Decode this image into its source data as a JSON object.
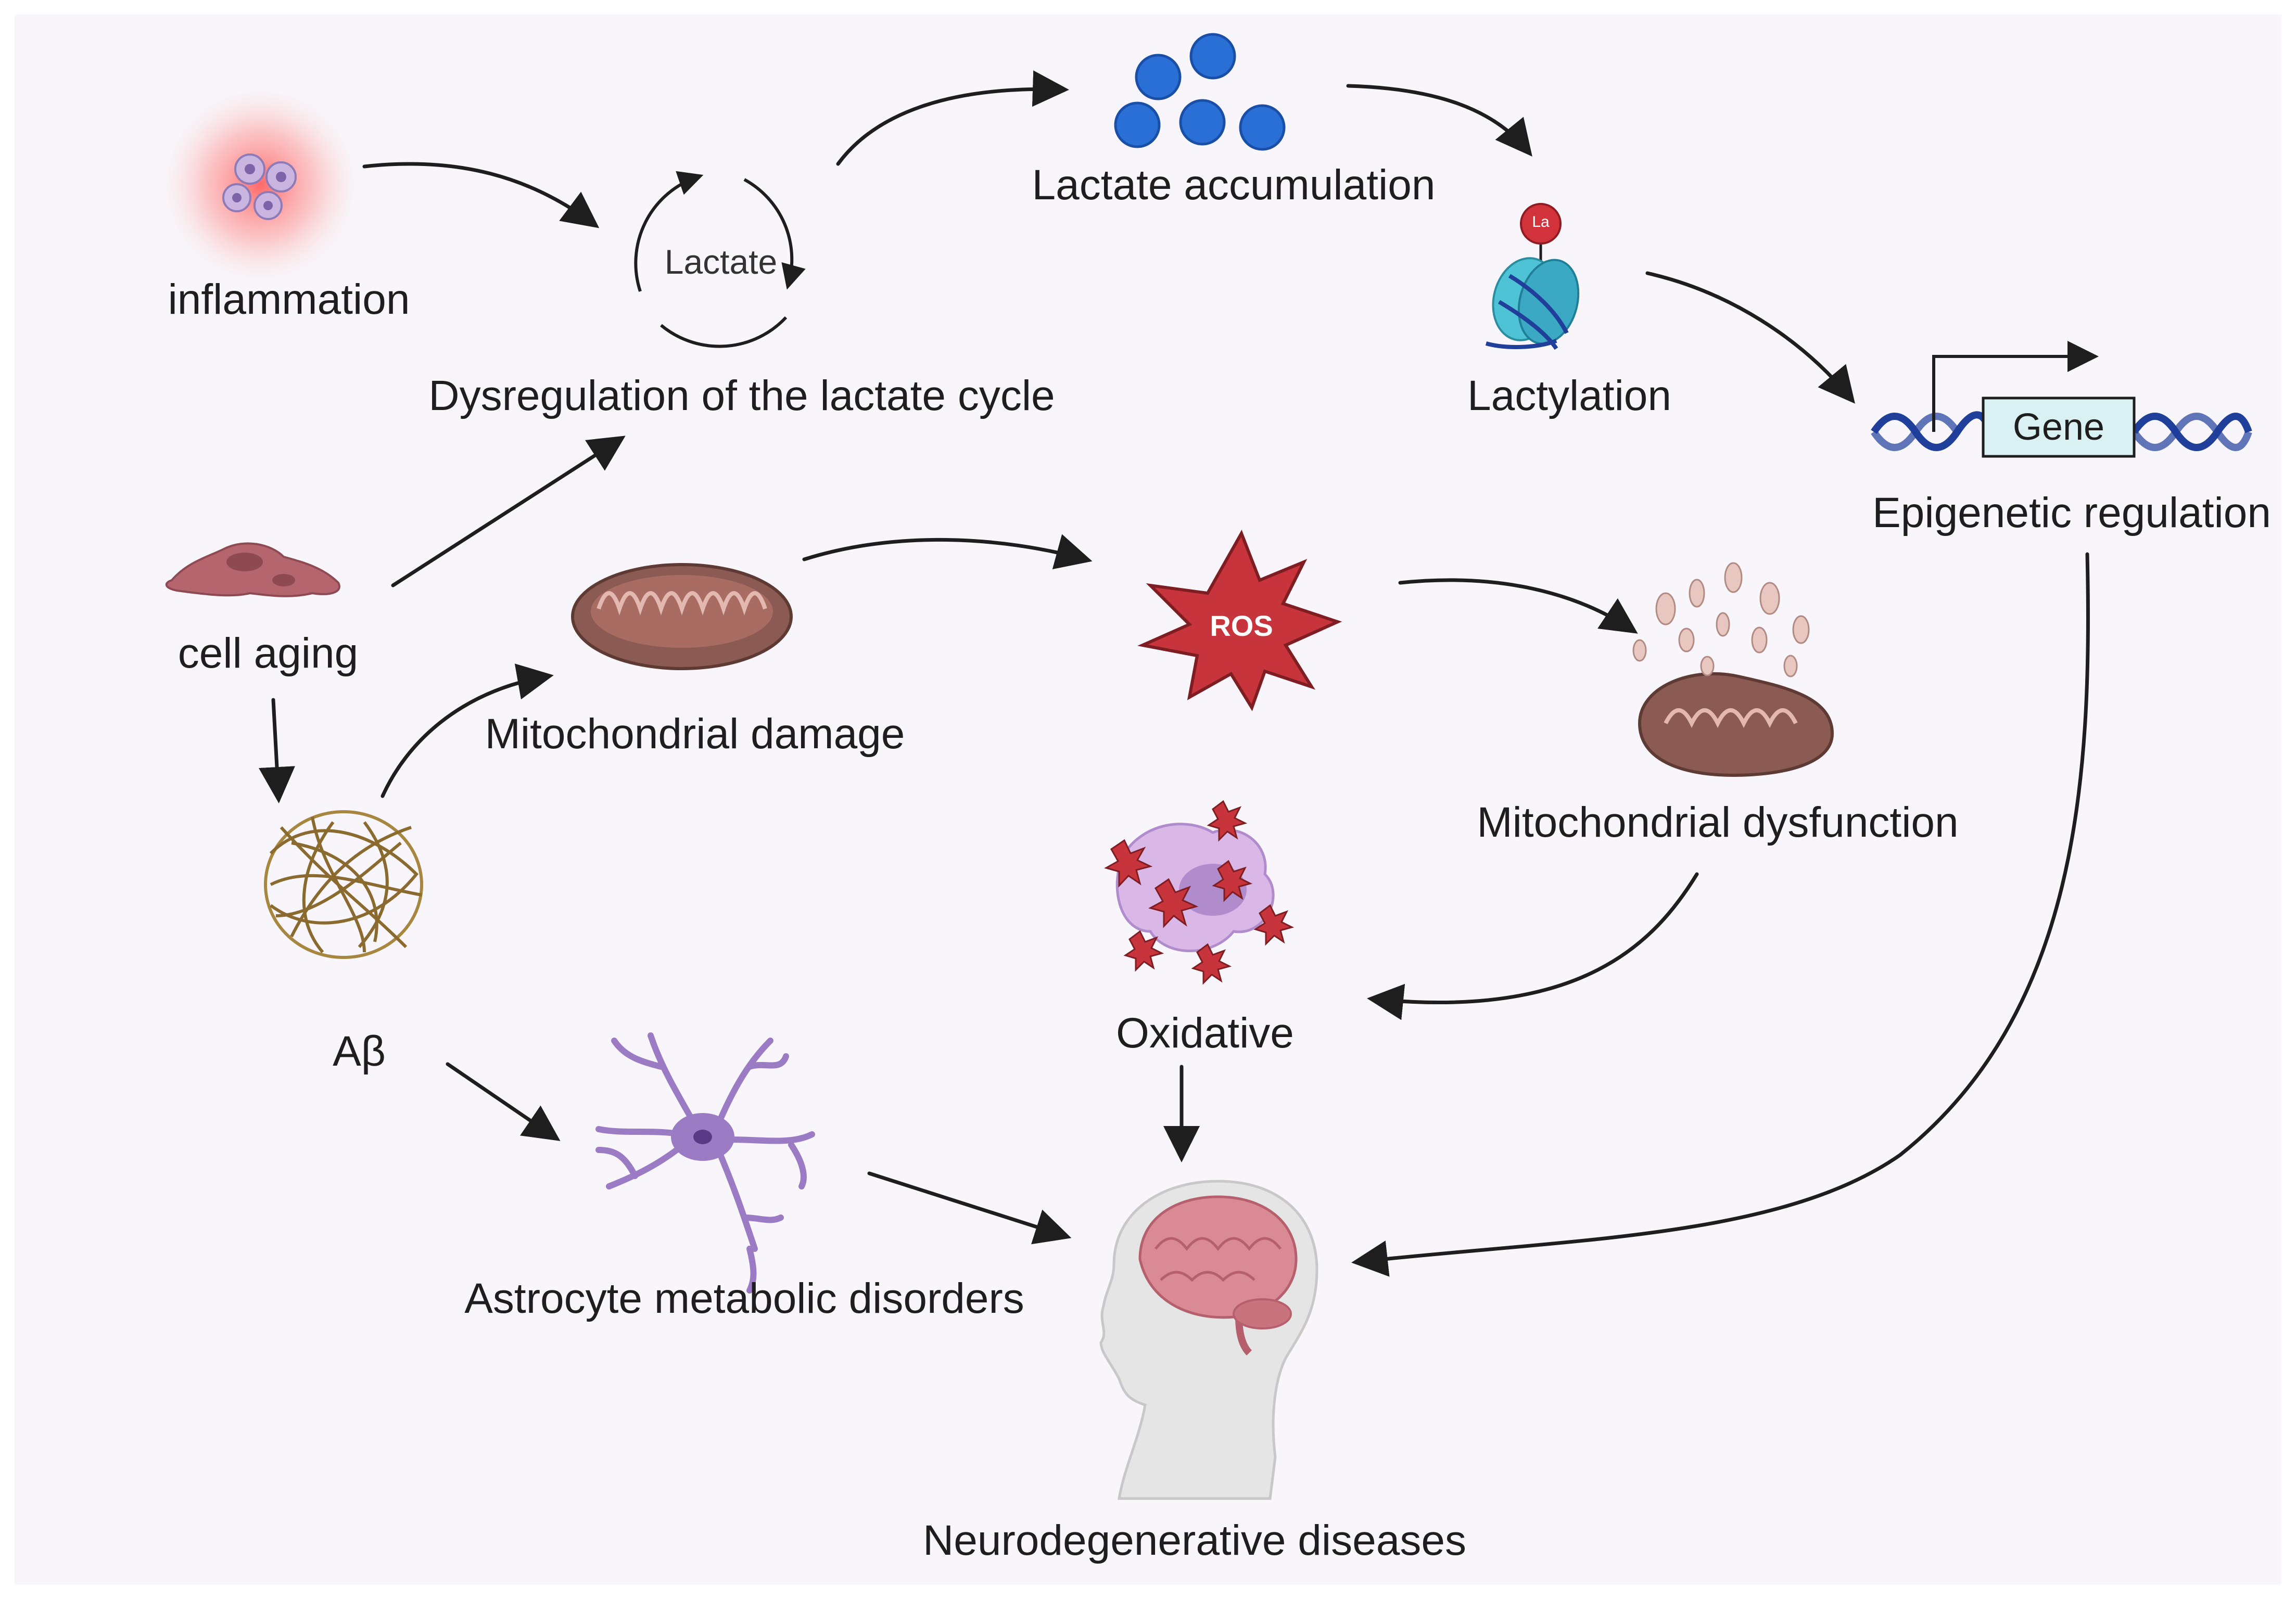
{
  "nodes": {
    "inflammation": "inflammation",
    "lactate_center": "Lactate",
    "dysregulation": "Dysregulation of the lactate cycle",
    "lactate_accumulation": "Lactate accumulation",
    "la_badge": "La",
    "lactylation": "Lactylation",
    "gene": "Gene",
    "epigenetic": "Epigenetic regulation",
    "cell_aging": "cell aging",
    "mito_damage": "Mitochondrial damage",
    "ros": "ROS",
    "mito_dysfunction": "Mitochondrial dysfunction",
    "abeta": "Aβ",
    "oxidative": "Oxidative",
    "astrocyte": "Astrocyte metabolic disorders",
    "neuro": "Neurodegenerative diseases"
  },
  "colors": {
    "background": "#f8f6fa",
    "arrow": "#1e1e1e",
    "lactate_dot": "#2a6fd6",
    "ros": "#c8343c",
    "mitochondria": "#8b5a52",
    "astrocyte": "#9b7cc4",
    "dna": "#1f3f9a",
    "gene_box": "#d9f1f3",
    "amyloid": "#8a6a2e",
    "brain": "#d98a95"
  }
}
